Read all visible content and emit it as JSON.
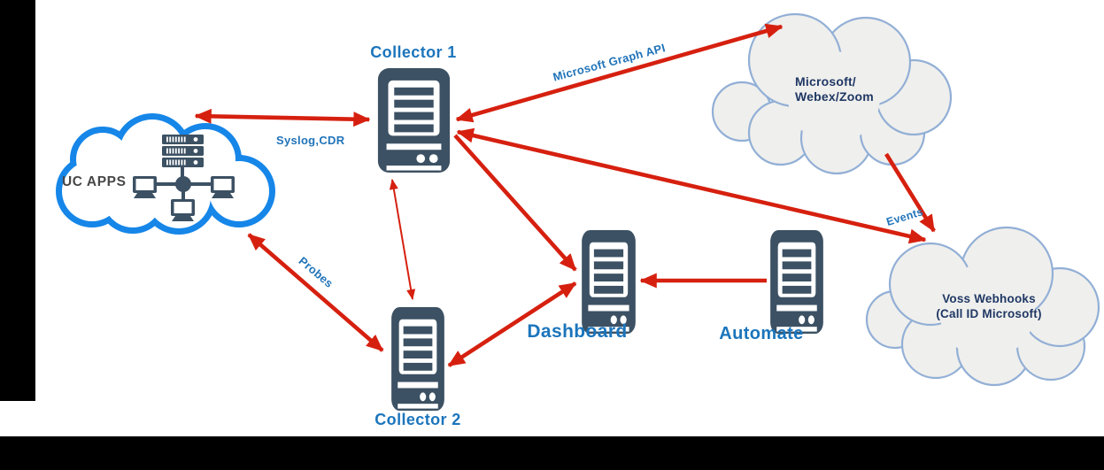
{
  "nodes": {
    "uc_apps": {
      "label": "UC APPS",
      "type": "cloud"
    },
    "collector1": {
      "label": "Collector 1",
      "type": "server"
    },
    "collector2": {
      "label": "Collector 2",
      "type": "server"
    },
    "dashboard": {
      "label": "Dashboard",
      "type": "server"
    },
    "automate": {
      "label": "Automate",
      "type": "server"
    },
    "microsoft_cloud": {
      "line1": "Microsoft/",
      "line2": "Webex/Zoom",
      "type": "cloud"
    },
    "voss_cloud": {
      "line1": "Voss Webhooks",
      "line2": "(Call ID Microsoft)",
      "type": "cloud"
    }
  },
  "edge_labels": {
    "syslog": "Syslog,CDR",
    "graph_api": "Microsoft Graph API",
    "probes": "Probes",
    "events": "Events"
  },
  "connections": [
    {
      "from": "UC APPS",
      "to": "Collector 1",
      "label": "Syslog,CDR",
      "direction": "both"
    },
    {
      "from": "UC APPS",
      "to": "Collector 2",
      "label": "Probes",
      "direction": "both"
    },
    {
      "from": "Collector 1",
      "to": "Collector 2",
      "label": "",
      "direction": "both"
    },
    {
      "from": "Collector 1",
      "to": "Microsoft/Webex/Zoom",
      "label": "Microsoft Graph API",
      "direction": "both"
    },
    {
      "from": "Collector 1",
      "to": "Voss Webhooks (Call ID Microsoft)",
      "label": "",
      "direction": "both"
    },
    {
      "from": "Microsoft/Webex/Zoom",
      "to": "Voss Webhooks (Call ID Microsoft)",
      "label": "Events",
      "direction": "one-way"
    },
    {
      "from": "Collector 1",
      "to": "Dashboard",
      "label": "",
      "direction": "one-way"
    },
    {
      "from": "Collector 2",
      "to": "Dashboard",
      "label": "",
      "direction": "both"
    },
    {
      "from": "Automate",
      "to": "Dashboard",
      "label": "",
      "direction": "one-way"
    }
  ],
  "colors": {
    "arrow_red": "#D6200F",
    "node_label_blue": "#1B75BC",
    "edge_label_blue": "#2174B9",
    "server_slate": "#3C5163",
    "uc_cloud_stroke": "#1686E8",
    "gray_cloud_fill": "#EFEFED",
    "gray_cloud_stroke": "#92AFD6",
    "cloud_text_navy": "#203864",
    "uc_apps_text_gray": "#474747",
    "letterbox_black": "#000000"
  }
}
